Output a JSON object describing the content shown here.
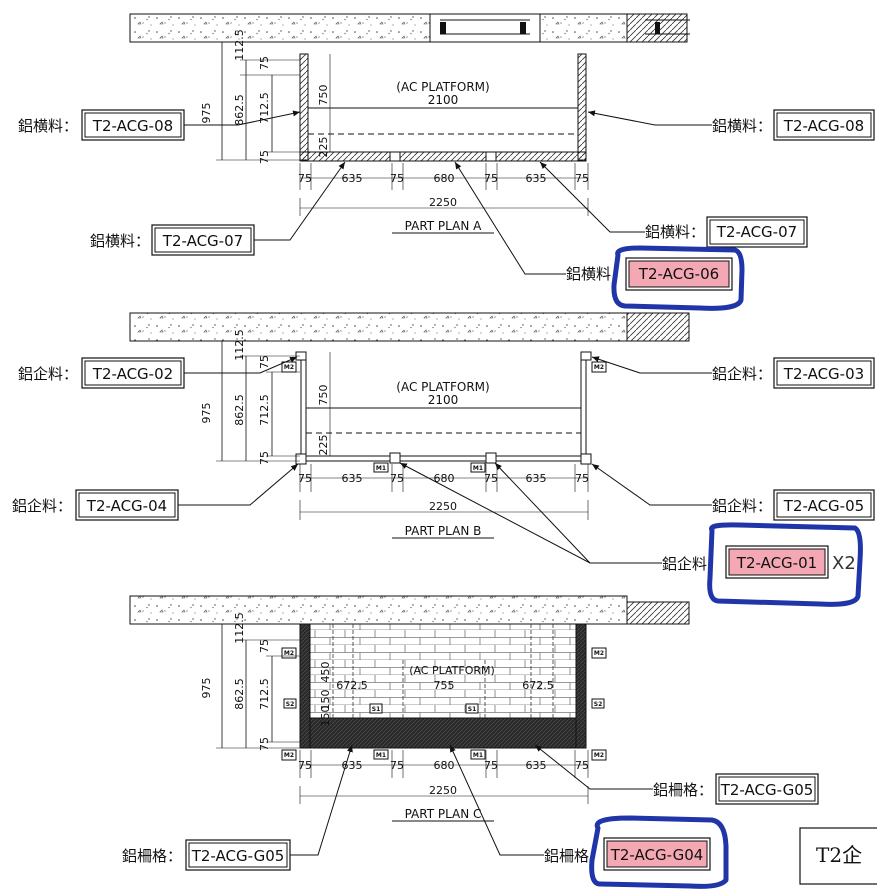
{
  "colors": {
    "ink": "#111111",
    "highlight_pen": "#1f35a8",
    "highlight_fill": "#f4a8b4",
    "hatch": "#9a9a9a"
  },
  "plans": [
    {
      "title": "PART PLAN A",
      "platform_label": "(AC PLATFORM)",
      "platform_width": "2100",
      "vertical_dims": [
        "975",
        "112.5",
        "862.5",
        "75",
        "712.5",
        "75",
        "750",
        "225"
      ],
      "bottom_dims": [
        "75",
        "635",
        "75",
        "680",
        "75",
        "635",
        "75"
      ],
      "total_dim": "2250",
      "callouts": [
        {
          "cjk": "鋁横料：",
          "code": "T2-ACG-08"
        },
        {
          "cjk": "鋁横料：",
          "code": "T2-ACG-08"
        },
        {
          "cjk": "鋁横料：",
          "code": "T2-ACG-07"
        },
        {
          "cjk": "鋁横料：",
          "code": "T2-ACG-07"
        },
        {
          "cjk": "鋁横料",
          "code": "T2-ACG-06"
        }
      ]
    },
    {
      "title": "PART PLAN B",
      "platform_label": "(AC PLATFORM)",
      "platform_width": "2100",
      "vertical_dims": [
        "975",
        "112.5",
        "862.5",
        "75",
        "712.5",
        "75",
        "750",
        "225"
      ],
      "bottom_dims": [
        "75",
        "635",
        "75",
        "680",
        "75",
        "635",
        "75"
      ],
      "total_dim": "2250",
      "tags": [
        "M2",
        "M2",
        "M1",
        "M1"
      ],
      "callouts": [
        {
          "cjk": "鋁企料：",
          "code": "T2-ACG-02"
        },
        {
          "cjk": "鋁企料：",
          "code": "T2-ACG-03"
        },
        {
          "cjk": "鋁企料：",
          "code": "T2-ACG-04"
        },
        {
          "cjk": "鋁企料：",
          "code": "T2-ACG-05"
        },
        {
          "cjk": "鋁企料",
          "code": "T2-ACG-01",
          "suffix": "X2"
        }
      ]
    },
    {
      "title": "PART PLAN C",
      "platform_label": "(AC PLATFORM)",
      "inner_dims": [
        "672.5",
        "755",
        "672.5"
      ],
      "vertical_dims": [
        "975",
        "112.5",
        "862.5",
        "75",
        "712.5",
        "75",
        "450",
        "150",
        "150"
      ],
      "bottom_dims": [
        "75",
        "635",
        "75",
        "680",
        "75",
        "635",
        "75"
      ],
      "total_dim": "2250",
      "tags": [
        "M2",
        "M2",
        "M2",
        "M2",
        "M1",
        "M1",
        "S2",
        "S2",
        "S1",
        "S1"
      ],
      "callouts": [
        {
          "cjk": "鋁柵格：",
          "code": "T2-ACG-G05"
        },
        {
          "cjk": "鋁柵格：",
          "code": "T2-ACG-G05"
        },
        {
          "cjk": "鋁柵格",
          "code": "T2-ACG-G04"
        }
      ]
    }
  ],
  "corner_note": "T2企"
}
